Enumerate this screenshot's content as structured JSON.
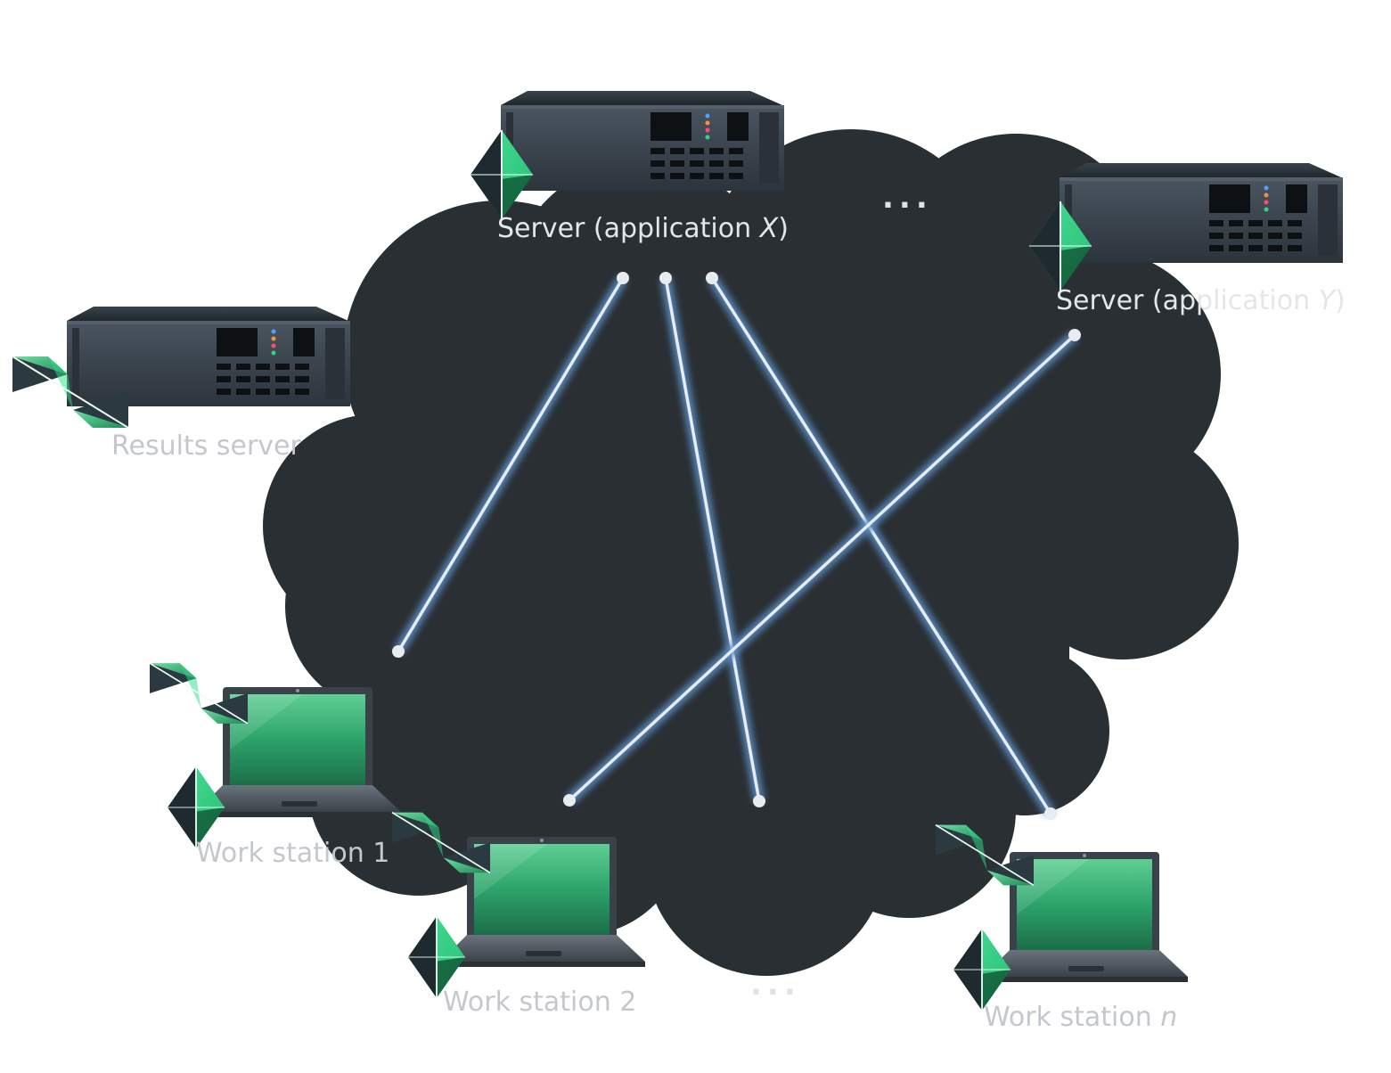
{
  "nodes": {
    "server_x": {
      "label_prefix": "Server (application ",
      "label_var": "X",
      "label_suffix": ")"
    },
    "server_y": {
      "label_prefix": "Server (application ",
      "label_var": "Y",
      "label_suffix": ")"
    },
    "results_server": {
      "label": "Results server"
    },
    "ws1": {
      "label": "Work station 1"
    },
    "ws2": {
      "label": "Work station 2"
    },
    "wsn": {
      "label_prefix": "Work station ",
      "label_var": "n"
    }
  },
  "ellipsis_top": "...",
  "ellipsis_bottom": "...",
  "colors": {
    "cloud": "#2a2f33",
    "link": "#e8ecef",
    "glow": "#5b8fc7",
    "accent": "#2bb673",
    "hardware": "#3b4550"
  }
}
